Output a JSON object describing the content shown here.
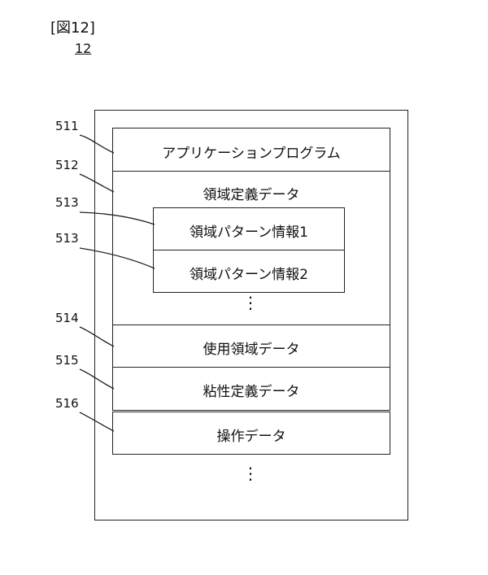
{
  "figure": {
    "label": "[図12]",
    "number": "12"
  },
  "blocks": {
    "application_program": {
      "ref": "511",
      "label": "アプリケーションプログラム"
    },
    "area_definition": {
      "ref": "512",
      "label": "領域定義データ",
      "patterns": [
        {
          "ref": "513",
          "label": "領域パターン情報1"
        },
        {
          "ref": "513",
          "label": "領域パターン情報2"
        }
      ]
    },
    "used_area": {
      "ref": "514",
      "label": "使用領域データ"
    },
    "viscosity_definition": {
      "ref": "515",
      "label": "粘性定義データ"
    },
    "operation": {
      "ref": "516",
      "label": "操作データ"
    }
  },
  "ellipsis": "⋮"
}
